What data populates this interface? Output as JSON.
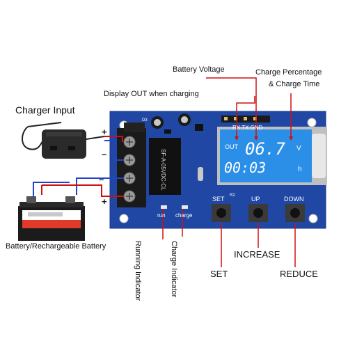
{
  "labels": {
    "battery_voltage": "Battery Voltage",
    "charge_percentage": "Charge Percentage",
    "charge_time": "& Charge Time",
    "display_out": "Display OUT when charging",
    "charger_input": "Charger Input",
    "battery": "Battery/Rechargeable Battery",
    "running_indicator": "Running Indicator",
    "charge_indicator": "Charge Indicator",
    "set": "SET",
    "increase": "INCREASE",
    "reduce": "REDUCE"
  },
  "board": {
    "header_label": "RX TX GND",
    "relay_text": "SF-A-05VDC-CL",
    "led_run": "run",
    "led_charge": "charge",
    "btn_set": "SET",
    "btn_up": "UP",
    "btn_down": "DOWN",
    "plus_top": "+",
    "minus_mid": "–",
    "minus_low": "–",
    "plus_bottom": "+",
    "ref_d": "D3",
    "ref_r": "R2"
  },
  "lcd": {
    "out": "OUT",
    "voltage": "06.7",
    "unit_v": "V",
    "time": "00:03",
    "unit_h": "h"
  },
  "colors": {
    "pcb": "#1f47a3",
    "lcd_bg": "#2b8fe8",
    "callout": "#d01010",
    "terminal": "#222222"
  }
}
